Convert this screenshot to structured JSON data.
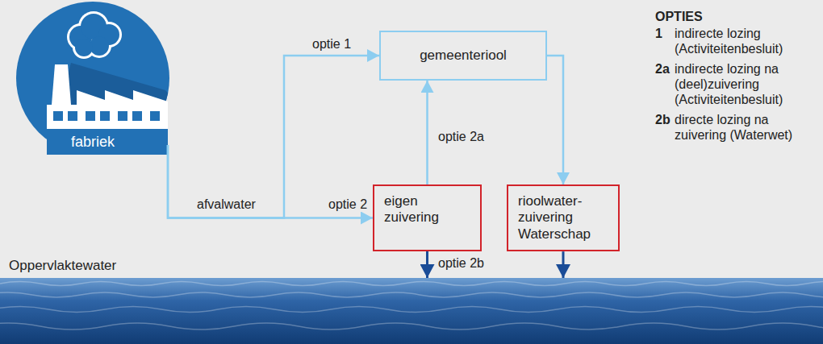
{
  "diagram": {
    "nodes": [
      {
        "text": [
          "fabriek"
        ]
      },
      {
        "text": [
          "gemeenteriool"
        ]
      },
      {
        "text": [
          "eigen zuivering"
        ]
      },
      {
        "text": [
          "rioolwater- zuivering Waterschap"
        ]
      },
      {
        "text": [
          "Oppervlaktewater"
        ]
      }
    ],
    "edges": [
      {
        "from": 0,
        "to": 1,
        "arrow": "to",
        "label": "optie 1"
      },
      {
        "from": 0,
        "to": 2,
        "arrow": "to",
        "label": "optie 2"
      },
      {
        "from": 2,
        "to": 1,
        "arrow": "to",
        "label": "optie 2a"
      },
      {
        "from": 1,
        "to": 3,
        "arrow": "to"
      },
      {
        "from": 2,
        "to": 4,
        "arrow": "to",
        "label": "optie 2b"
      },
      {
        "from": 3,
        "to": 4,
        "arrow": "to"
      }
    ],
    "labels": [
      "afvalwater",
      "OPTIES",
      "1",
      "indirecte lozing (Activiteitenbesluit)",
      "2a",
      "indirecte lozing na (deel)zuivering (Activiteitenbesluit)",
      "2b",
      "directe lozing na zuivering (Waterwet)"
    ]
  }
}
